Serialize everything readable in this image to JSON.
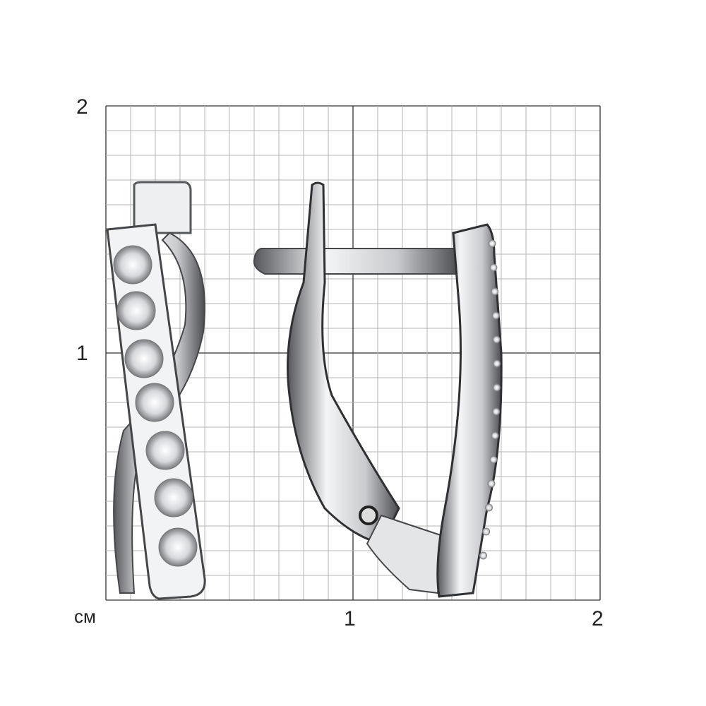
{
  "scale": {
    "unit_label": "см",
    "y_labels": [
      "2",
      "1"
    ],
    "x_labels": [
      "1",
      "2"
    ],
    "divisions_per_unit": 10
  },
  "colors": {
    "grid_minor": "#b4b4b4",
    "grid_major": "#333333",
    "metal": "#d9dadc",
    "metal_dark": "#6e7074"
  }
}
